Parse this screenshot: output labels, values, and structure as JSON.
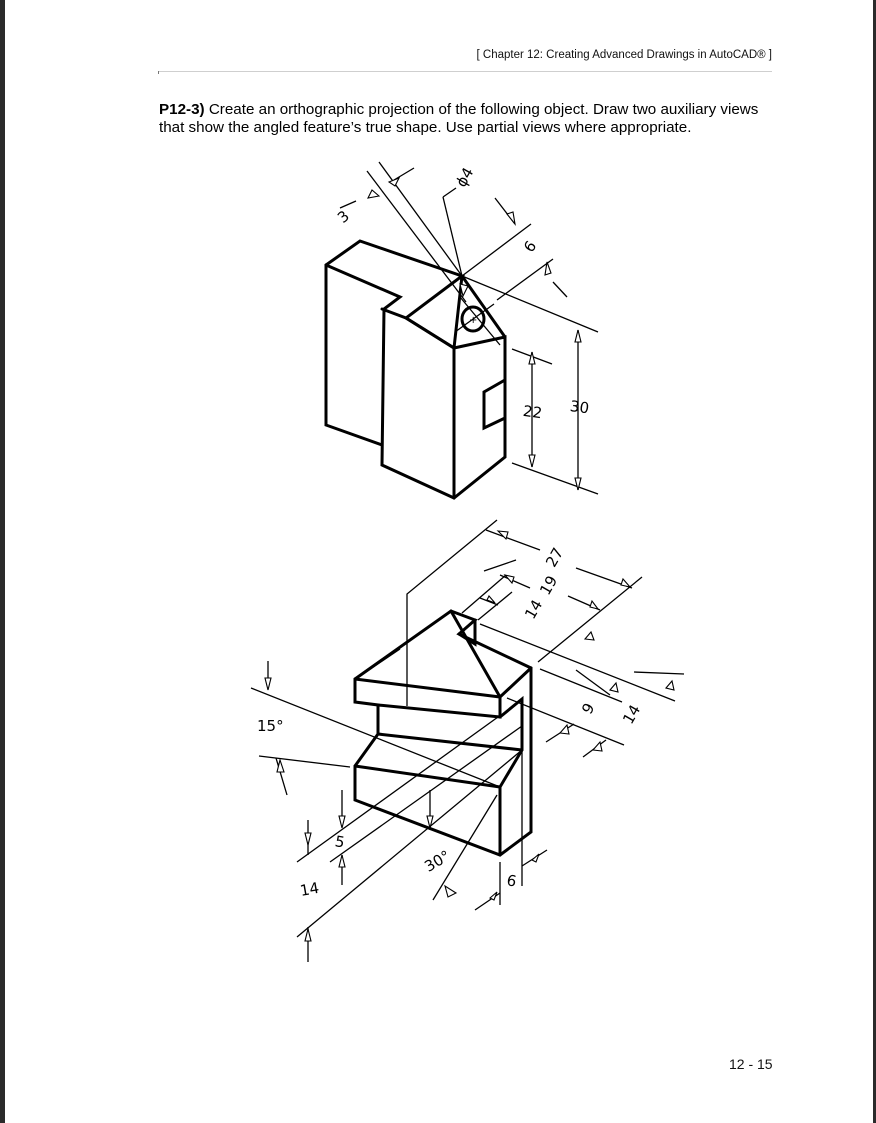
{
  "page": {
    "running_header": "[ Chapter 12:  Creating Advanced Drawings in AutoCAD® ]",
    "page_number": "12 - 15"
  },
  "problem": {
    "label": "P12-3)",
    "text": " Create an orthographic projection of the following object.  Draw two auxiliary views that show the angled feature’s true shape.  Use partial views where appropriate."
  },
  "figure_top": {
    "dimensions": {
      "hole_diameter": "ϕ4",
      "offset_3": "3",
      "offset_6": "6",
      "height_22": "22",
      "height_30": "30"
    }
  },
  "figure_bottom": {
    "dimensions": {
      "width_27": "27",
      "width_19": "19",
      "width_14": "14",
      "depth_9": "9",
      "depth_14": "14",
      "angle_15": "15°",
      "height_5": "5",
      "height_14": "14",
      "angle_30": "30°",
      "thickness_6": "6"
    }
  }
}
